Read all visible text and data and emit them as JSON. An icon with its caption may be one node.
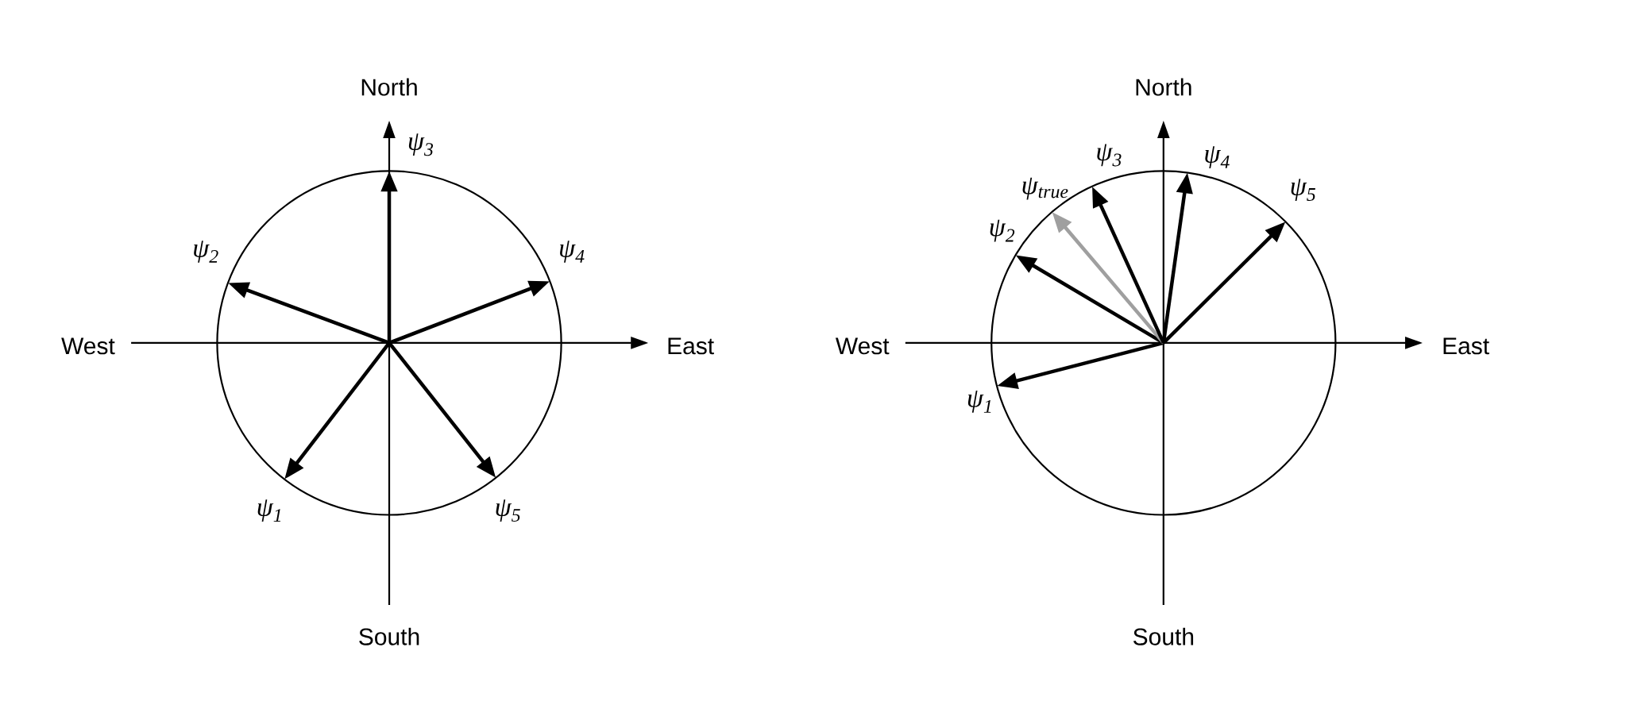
{
  "diagram": {
    "labels": [
      "North",
      "ψ$_{3}$",
      "ψ$_{2}$",
      "ψ$_{4}$",
      "West",
      "East",
      "ψ$_{1}$",
      "ψ$_{5}$",
      "South",
      "North",
      "ψ$_{3}$",
      "ψ$_{4}$",
      "ψ$_{true}$",
      "ψ$_{5}$",
      "ψ$_{2}$",
      "West",
      "East",
      "ψ$_{1}$",
      "South"
    ]
  }
}
